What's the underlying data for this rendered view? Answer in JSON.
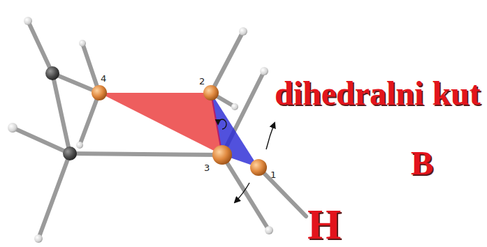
{
  "diagram": {
    "labels": [
      "4",
      "2",
      "dihedralni kut",
      "B",
      "3",
      "1",
      "H"
    ]
  }
}
